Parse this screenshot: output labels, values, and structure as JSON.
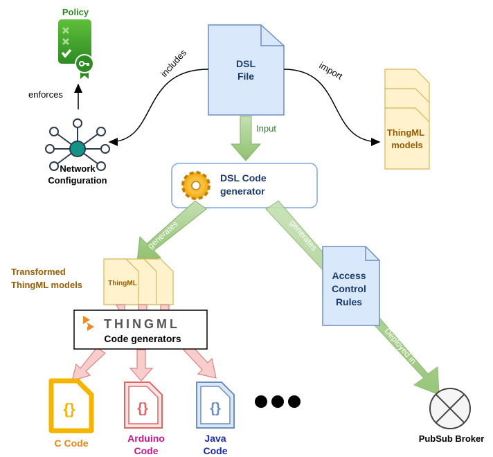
{
  "policy": {
    "title": "Policy"
  },
  "edges": {
    "enforces": "enforces",
    "includes": "includes",
    "import": "import",
    "input": "Input",
    "generates_left": "generates",
    "generates_right": "generates",
    "deployed_in": "Deployed in"
  },
  "dsl_file": {
    "line1": "DSL",
    "line2": "File"
  },
  "thingml_models": {
    "line1": "ThingML",
    "line2": "models"
  },
  "network": {
    "line1": "Network",
    "line2": "Configuration"
  },
  "generator": {
    "line1": "DSL Code",
    "line2": "generator"
  },
  "transformed": {
    "line1": "Transformed",
    "line2": "ThingML models",
    "doc_label": "ThingML"
  },
  "acl": {
    "line1": "Access",
    "line2": "Control",
    "line3": "Rules"
  },
  "thingml_gen": {
    "logo_text": "THINGML",
    "line": "Code generators"
  },
  "outputs": {
    "c": {
      "line1": "C Code"
    },
    "arduino": {
      "line1": "Arduino",
      "line2": "Code"
    },
    "java": {
      "line1": "Java",
      "line2": "Code"
    },
    "more": "more-outputs-ellipsis"
  },
  "broker": {
    "label": "PubSub Broker"
  },
  "colors": {
    "doc_blue_fill": "#dae8fc",
    "doc_blue_stroke": "#6c8ebf",
    "doc_yellow_fill": "#fff2cc",
    "doc_yellow_stroke": "#d6b656",
    "green_arrow": "#a8d08d",
    "pink_arrow": "#f8cecc",
    "brown_text": "#995c00",
    "blue_text": "#1a3a6b",
    "green_text": "#2e7d32",
    "orange_text": "#e6861a",
    "magenta_text": "#c2188b",
    "navy_text": "#1b2aa6"
  }
}
